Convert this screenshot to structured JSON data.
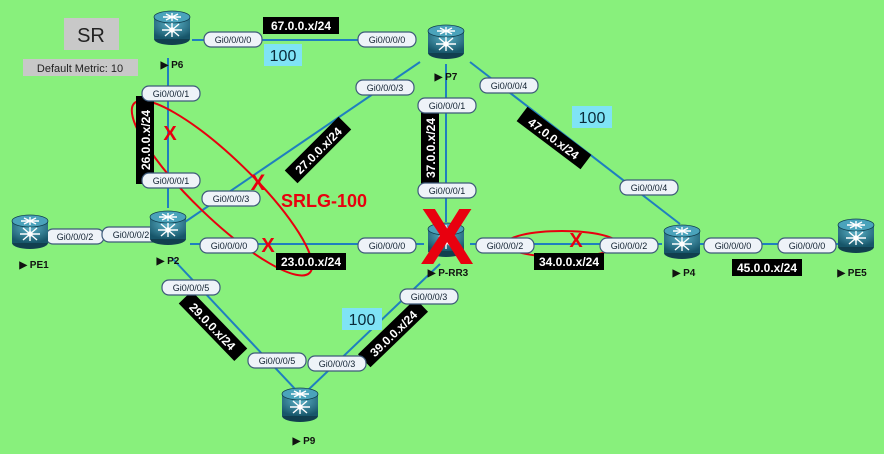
{
  "header": {
    "title": "SR",
    "metric_label": "Default Metric: 10"
  },
  "srlg_label": "SRLG-100",
  "routers": [
    {
      "id": "P6",
      "label": "▶ P6"
    },
    {
      "id": "P7",
      "label": "▶ P7"
    },
    {
      "id": "PE1",
      "label": "▶ PE1"
    },
    {
      "id": "P2",
      "label": "▶ P2"
    },
    {
      "id": "PRR3",
      "label": "▶ P-RR3"
    },
    {
      "id": "P4",
      "label": "▶ P4"
    },
    {
      "id": "PE5",
      "label": "▶ PE5"
    },
    {
      "id": "P9",
      "label": "▶ P9"
    }
  ],
  "subnets": [
    "67.0.0.x/24",
    "26.0.0.x/24",
    "27.0.0.x/24",
    "37.0.0.x/24",
    "47.0.0.x/24",
    "23.0.0.x/24",
    "34.0.0.x/24",
    "45.0.0.x/24",
    "29.0.0.x/24",
    "39.0.0.x/24"
  ],
  "ports": [
    "Gi0/0/0/0",
    "Gi0/0/0/1",
    "Gi0/0/0/2",
    "Gi0/0/0/3",
    "Gi0/0/0/4",
    "Gi0/0/0/5"
  ],
  "metrics": [
    "100"
  ],
  "failure_marks": [
    "X"
  ],
  "colors": {
    "background": "#88f07c",
    "link": "#1f7fbf",
    "failure": "#e8000f",
    "router": "#1f6f86"
  }
}
